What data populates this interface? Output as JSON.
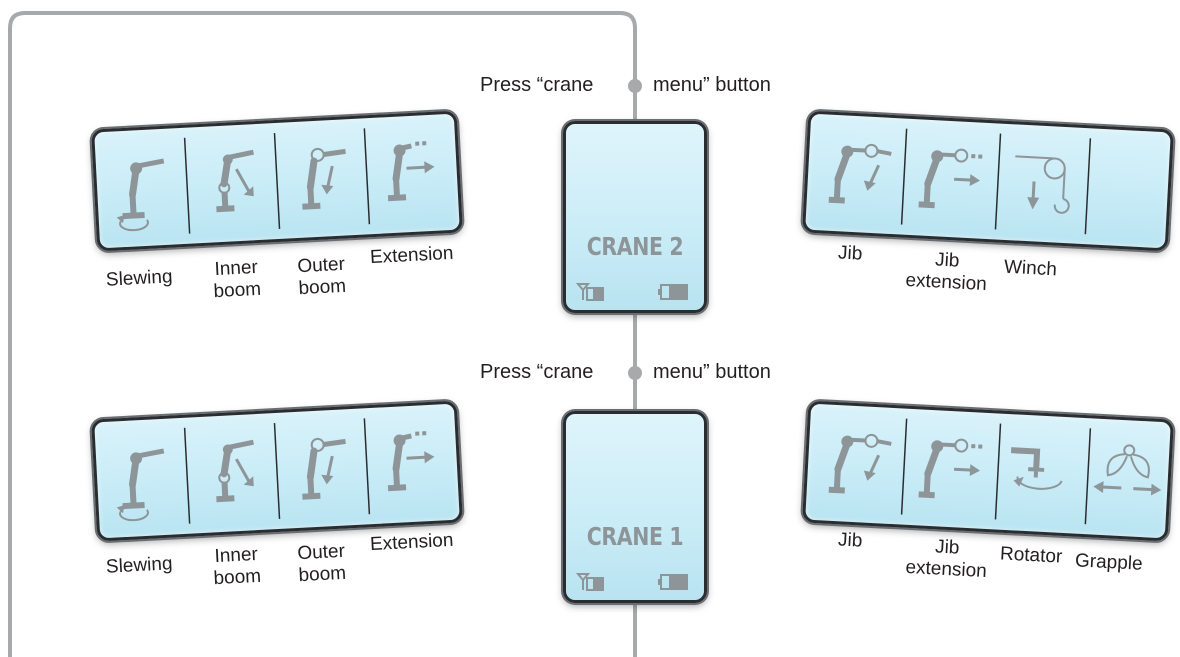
{
  "press_text_left": "Press “crane",
  "press_text_right": "menu” button",
  "colors": {
    "line": "#a7a9ab",
    "lcd": "#c8ecf7",
    "icon": "#8e9599",
    "bezel": "#2a2d30"
  },
  "crane2": {
    "screen_label": "CRANE 2",
    "left_panel": {
      "labels": [
        "Slewing",
        "Inner\nboom",
        "Outer\nboom",
        "Extension"
      ]
    },
    "right_panel": {
      "labels": [
        "Jib",
        "Jib\nextension",
        "Winch"
      ]
    }
  },
  "crane1": {
    "screen_label": "CRANE 1",
    "left_panel": {
      "labels": [
        "Slewing",
        "Inner\nboom",
        "Outer\nboom",
        "Extension"
      ]
    },
    "right_panel": {
      "labels": [
        "Jib",
        "Jib\nextension",
        "Rotator",
        "Grapple"
      ]
    }
  },
  "icons": {
    "crane2_left": [
      "slewing-icon",
      "inner-boom-icon",
      "outer-boom-icon",
      "extension-icon"
    ],
    "crane2_right": [
      "jib-icon",
      "jib-extension-icon",
      "winch-icon"
    ],
    "crane1_left": [
      "slewing-icon",
      "inner-boom-icon",
      "outer-boom-icon",
      "extension-icon"
    ],
    "crane1_right": [
      "jib-icon",
      "jib-extension-icon",
      "rotator-icon",
      "grapple-icon"
    ],
    "status": [
      "antenna-signal-icon",
      "battery-icon"
    ]
  }
}
